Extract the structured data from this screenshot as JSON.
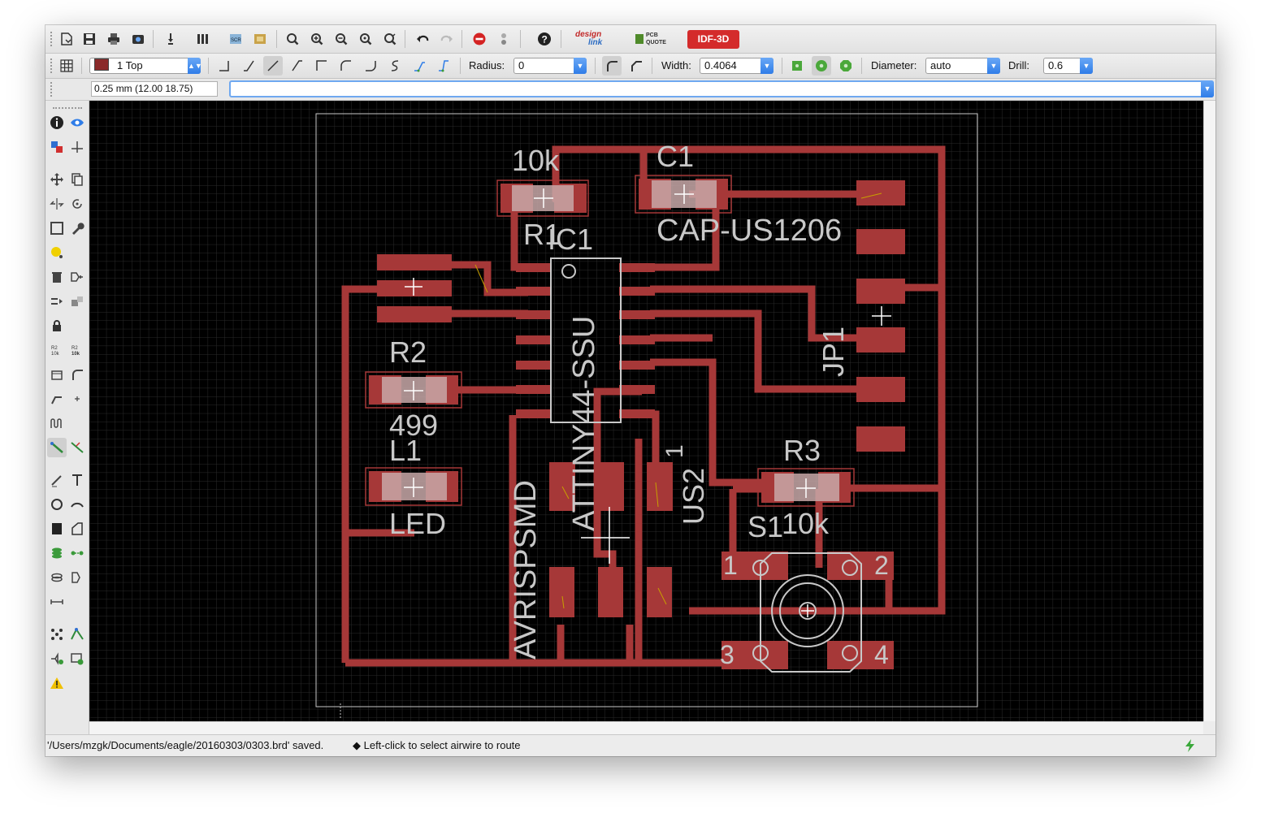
{
  "app": {
    "title": "EAGLE Board Editor"
  },
  "toolbar": {
    "design_link_label_1": "design",
    "design_link_label_2": "link",
    "pcb_quote_label_1": "PCB",
    "pcb_quote_label_2": "QUOTE",
    "idf3d_label": "IDF-3D"
  },
  "wire_bar": {
    "layer_value": "1 Top",
    "layer_color": "#8b2a2a",
    "radius_label": "Radius:",
    "radius_value": "0",
    "width_label": "Width:",
    "width_value": "0.4064",
    "diameter_label": "Diameter:",
    "diameter_value": "auto",
    "drill_label": "Drill:",
    "drill_value": "0.6"
  },
  "command_bar": {
    "coordinates": "0.25 mm (12.00 18.75)",
    "command_value": ""
  },
  "board": {
    "copper_color": "#a63838",
    "silk_color": "#c8c8c8",
    "labels": {
      "r1_value": "10k",
      "r1_name": "R1",
      "c1_name": "C1",
      "c1_value": "CAP-US1206",
      "ic1_name": "IC1",
      "ic1_value": "ATTINY44-SSU",
      "jp1_name": "JP1",
      "r2_name": "R2",
      "r2_value": "499",
      "l1_name": "L1",
      "l1_value": "LED",
      "us2_name": "US2",
      "us2_pin1": "1",
      "isp_value": "AVRISPSMD",
      "r3_name": "R3",
      "r3_value": "10k",
      "s1_name": "S1",
      "s1_pin1": "1",
      "s1_pin2": "2",
      "s1_pin3": "3",
      "s1_pin4": "4"
    }
  },
  "status": {
    "message": "'/Users/mzgk/Documents/eagle/20160303/0303.brd' saved.",
    "hint": "◆ Left-click to select airwire to route"
  }
}
